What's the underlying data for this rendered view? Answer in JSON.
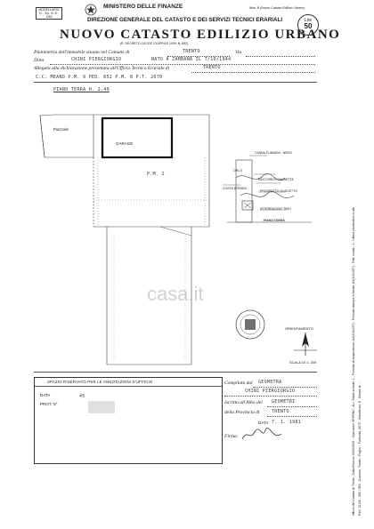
{
  "header": {
    "model_box": [
      "MODELLARIO",
      "D. - Ep. N. 8 - 1/83"
    ],
    "ministry": "MINISTERO DELLE FINANZE",
    "direction": "DIREZIONE GENERALE DEL CATASTO E DEI SERVIZI TECNICI ERARIALI",
    "title": "NUOVO CATASTO EDILIZIO URBANO",
    "subtitle": "(R. DECRETO-LEGGE 13 APRILE 1939, N. 652)",
    "model_ref": "Mod. B (Nuovo Catasto Edilizio Urbano)",
    "price_label": "Lire",
    "price_value": "50"
  },
  "fields": {
    "planimetria_label": "Planimetria dell'immobile situato nel Comune di",
    "comune_value": "TRENTO",
    "via_label": "Via",
    "ditta_label": "Ditta",
    "ditta_value": "CHINI PIERGIORGIO",
    "ditta_detail": "NATO A ZAMBANA IL 7/10/1944",
    "allegata_label": "Allegata alla dichiarazione presentata all'Ufficio Tecnico Erariale di",
    "allegata_value": "TRENTO",
    "ref_line": "C.C. MEANO  P.M. 9  PED. 852 P.M. 8  P.T. 2670"
  },
  "plan": {
    "floor_label": "PIANO TERRA  H. 2.40",
    "piazzale": "Piazzale",
    "garage": "GARAGE",
    "pm2": "P.M. 2"
  },
  "detail_labels": {
    "canna": "CANNA FUMARIA - NERO",
    "orlo": "ORLO",
    "raccordo": "RACCORDO SALVIETTA",
    "prospetto": "PROSPETTO GUSCETTO",
    "costa": "COSTA STRADA",
    "atterraggio": "ATTERRAGGIO TIMO",
    "piano_terra": "PIANO TERRA"
  },
  "orientation": {
    "label": "ORIENTAMENTO",
    "scale": "SCALA DI 1: 200"
  },
  "office": {
    "heading": "SPAZIO RISERVATO PER LE ANNOTAZIONI D'UFFICIO",
    "data_label": "DATA",
    "prot_label": "PROT. N°",
    "prot_value": "45"
  },
  "compilata": {
    "label": "Compilata dal",
    "value": "GEOMETRA",
    "name": "CHINI PIERGIORGIO",
    "iscritto_label": "Iscritto all'Albo dei",
    "iscritto_value": "GEOMETRI",
    "provincia_label": "della Provincia di",
    "provincia_value": "TRENTO",
    "date_label": "DATA",
    "date_value": "7. 1. 1981",
    "firma_label": "Firma:"
  },
  "side_text": "Ufficio del Catasto di Trento - Data Ricerca 15/03/2021 - Operatore: BTFRNC - N.= Totale schede: 1 - Formato di acquisizione: A4(210x297) - Formato stampa richiesto: A4(210x297) - Fatt. scalat.: 1 - Ultima planimetria in atti",
  "side_text_2": "Part. 12100 - 000 / 983 - Comune: Trento - Foglio: - Particella: 2670 - Subalterno: 8 - Classe di: ...",
  "watermark": "casa.it"
}
